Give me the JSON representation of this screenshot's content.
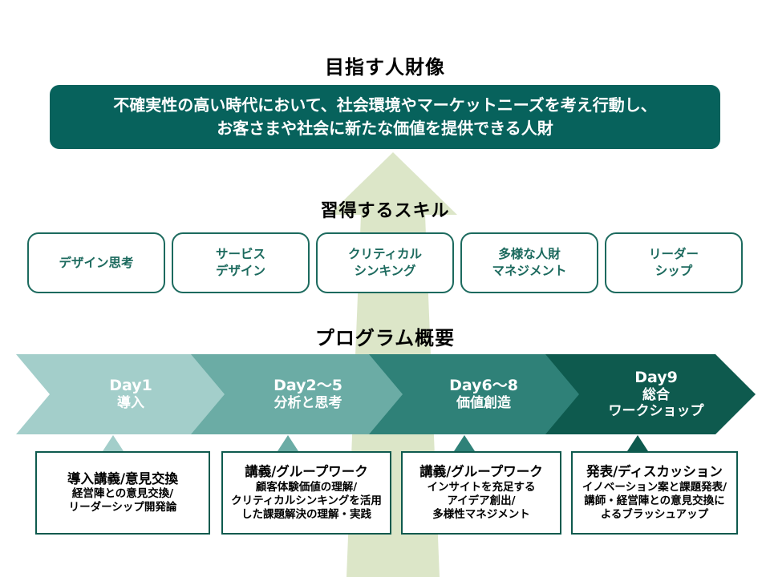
{
  "headings": {
    "goal": "目指す人財像",
    "skills": "習得するスキル",
    "program": "プログラム概要"
  },
  "banner": {
    "line1": "不確実性の高い時代において、社会環境やマーケットニーズを考え行動し、",
    "line2": "お客さまや社会に新たな価値を提供できる人財",
    "background_color": "#07625C",
    "text_color": "#FFFFFF"
  },
  "skills": {
    "border_color": "#1C6A5E",
    "text_color": "#1C6A5E",
    "items": [
      {
        "line1": "デザイン思考",
        "line2": ""
      },
      {
        "line1": "サービス",
        "line2": "デザイン"
      },
      {
        "line1": "クリティカル",
        "line2": "シンキング"
      },
      {
        "line1": "多様な人財",
        "line2": "マネジメント"
      },
      {
        "line1": "リーダー",
        "line2": "シップ"
      }
    ]
  },
  "program": {
    "background_arrow_color": "#DCE6C8",
    "phases": [
      {
        "day": "Day1",
        "subtitle": "導入",
        "subtitle2": "",
        "color": "#A3CECA",
        "detail_head": "導入講義/意見交換",
        "detail_lines": [
          "経営陣との意見交換/",
          "リーダーシップ開発論"
        ]
      },
      {
        "day": "Day2〜5",
        "subtitle": "分析と思考",
        "subtitle2": "",
        "color": "#6BACA5",
        "detail_head": "講義/グループワーク",
        "detail_lines": [
          "顧客体験価値の理解/",
          "クリティカルシンキングを活用",
          "した課題解決の理解・実践"
        ]
      },
      {
        "day": "Day6〜8",
        "subtitle": "価値創造",
        "subtitle2": "",
        "color": "#2F8178",
        "detail_head": "講義/グループワーク",
        "detail_lines": [
          "インサイトを充足する",
          "アイデア創出/",
          "多様性マネジメント"
        ]
      },
      {
        "day": "Day9",
        "subtitle": "総合",
        "subtitle2": "ワークショップ",
        "color": "#0E5A4E",
        "detail_head": "発表/ディスカッション",
        "detail_lines": [
          "イノベーション案と課題発表/",
          "講師・経営陣との意見交換に",
          "よるブラッシュアップ"
        ]
      }
    ]
  }
}
